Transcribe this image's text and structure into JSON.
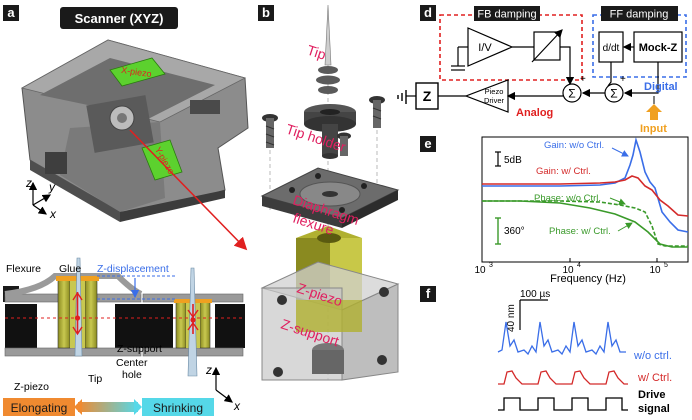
{
  "panels": {
    "a": {
      "letter": "a",
      "title": "Scanner (XYZ)",
      "x_piezo": "X-piezo",
      "y_piezo": "Y-piezo",
      "axes": {
        "z": "z",
        "y": "y",
        "x": "x"
      }
    },
    "b": {
      "letter": "b",
      "labels": {
        "tip": "Tip",
        "tip_holder": "Tip holder",
        "diaphragm_flexure_1": "Diaphragm",
        "diaphragm_flexure_2": "flexure",
        "z_piezo": "Z-piezo",
        "z_support": "Z-support"
      }
    },
    "c": {
      "letter": "c",
      "labels": {
        "flexure": "Flexure",
        "glue": "Glue",
        "z_displacement": "Z-displacement",
        "z_support": "Z-support",
        "center_hole_1": "Center",
        "center_hole_2": "hole",
        "tip": "Tip",
        "z_piezo": "Z-piezo",
        "elongating": "Elongating",
        "shrinking": "Shrinking"
      },
      "axes": {
        "z": "z",
        "x": "x"
      }
    },
    "d": {
      "letter": "d",
      "fb_title": "FB damping",
      "ff_title": "FF damping",
      "iv": "I/V",
      "ddt": "d/dt",
      "mockz": "Mock-Z",
      "analog": "Analog",
      "digital": "Digital",
      "z": "Z",
      "piezo_driver_1": "Piezo",
      "piezo_driver_2": "Driver",
      "input": "Input",
      "sigma": "Σ",
      "plus": "+"
    },
    "e": {
      "letter": "e",
      "scale_5db": "5dB",
      "scale_360": "360°",
      "gain_wo": "Gain: w/o Ctrl.",
      "gain_w": "Gain: w/ Ctrl.",
      "phase_wo": "Phase: w/o Ctrl.",
      "phase_w": "Phase: w/ Ctrl.",
      "xlabel": "Frequency (Hz)",
      "xticks": [
        {
          "base": "10",
          "exp": "3"
        },
        {
          "base": "10",
          "exp": "4"
        },
        {
          "base": "10",
          "exp": "5"
        }
      ]
    },
    "f": {
      "letter": "f",
      "time_scale": "100 µs",
      "amp_scale": "40 nm",
      "wo_ctrl": "w/o ctrl.",
      "w_ctrl": "w/ Ctrl.",
      "drive_1": "Drive",
      "drive_2": "signal"
    }
  },
  "colors": {
    "blue": "#3a6ee8",
    "red": "#d42a2a",
    "green": "#3a9a2a",
    "orange": "#f0a020",
    "cyan": "#55d8e8",
    "piezo_green": "#5cd12e",
    "dark_panel": "#1a1a1a"
  }
}
